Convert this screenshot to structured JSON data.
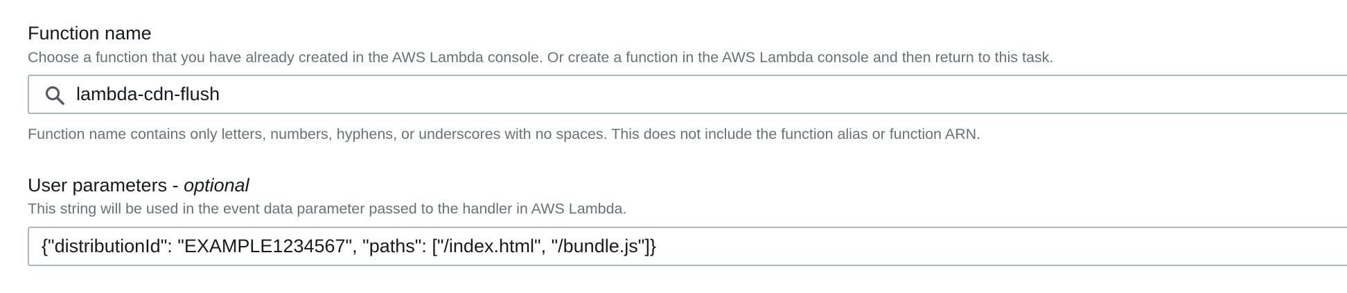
{
  "function_name": {
    "label": "Function name",
    "description": "Choose a function that you have already created in the AWS Lambda console. Or create a function in the AWS Lambda console and then return to this task.",
    "value": "lambda-cdn-flush",
    "icon": "search-icon",
    "hint": "Function name contains only letters, numbers, hyphens, or underscores with no spaces. This does not include the function alias or function ARN."
  },
  "user_parameters": {
    "label": "User parameters - ",
    "optional_label": "optional",
    "description": "This string will be used in the event data parameter passed to the handler in AWS Lambda.",
    "value": "{\"distributionId\": \"EXAMPLE1234567\", \"paths\": [\"/index.html\", \"/bundle.js\"]}"
  }
}
